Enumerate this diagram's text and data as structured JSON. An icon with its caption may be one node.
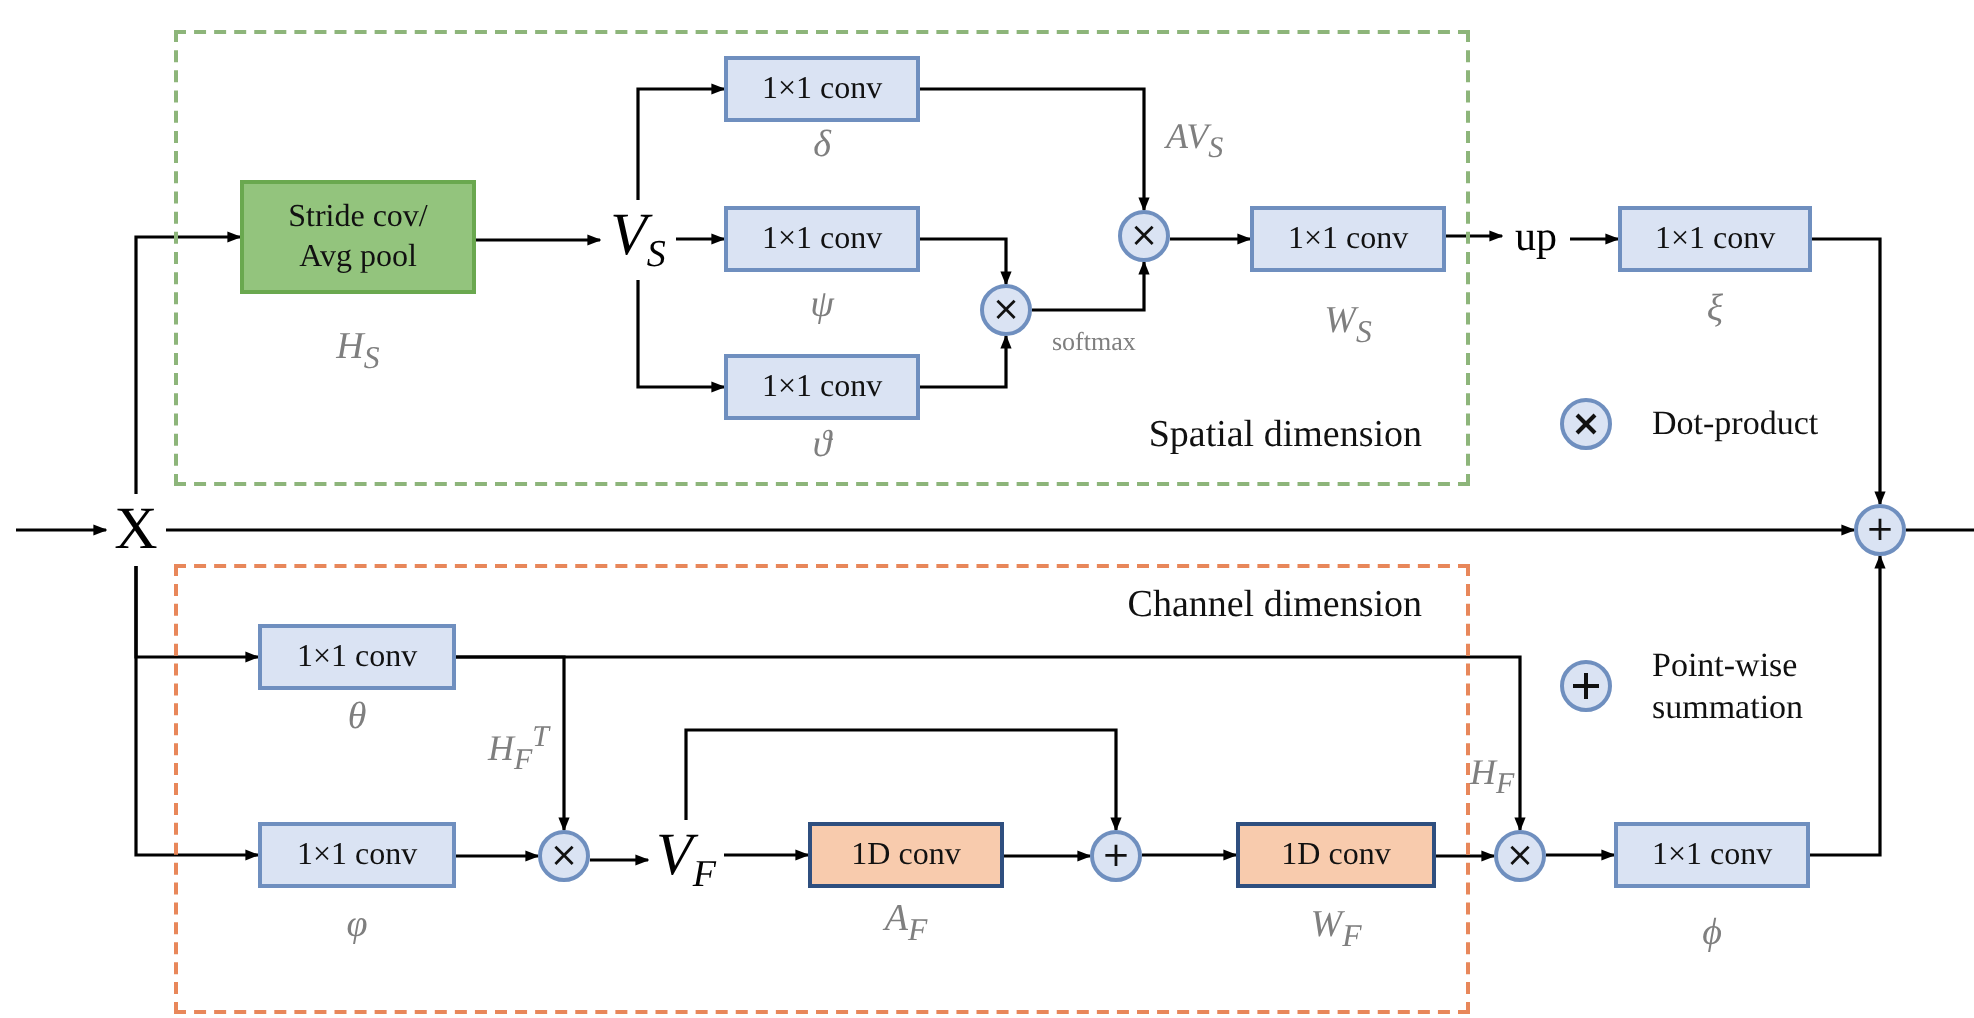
{
  "diagram": {
    "nodes": [
      {
        "text": [
          "Spatial dimension"
        ]
      },
      {
        "text": [
          "Stride cov/ Avg pool"
        ],
        "in": 0,
        "beside": [
          "H$_{S}$"
        ]
      },
      {
        "text": [
          "V$_{S}$"
        ],
        "in": 0
      },
      {
        "text": [
          "1×1 conv"
        ],
        "in": 0,
        "beside": [
          "δ"
        ]
      },
      {
        "text": [
          "1×1 conv"
        ],
        "in": 0,
        "beside": [
          "ψ"
        ]
      },
      {
        "text": [
          "1×1 conv"
        ],
        "in": 0,
        "beside": [
          "ϑ"
        ]
      },
      {
        "text": [
          "×"
        ],
        "in": 0
      },
      {
        "text": [
          "×"
        ],
        "in": 0
      },
      {
        "text": [
          "1×1 conv"
        ],
        "in": 0,
        "beside": [
          "W$_{S}$"
        ]
      },
      {
        "text": [
          "up"
        ]
      },
      {
        "text": [
          "1×1 conv"
        ],
        "beside": [
          "ξ"
        ]
      },
      {
        "text": [
          "X"
        ]
      },
      {
        "text": [
          "+"
        ]
      },
      {
        "text": [
          "Channel dimension"
        ]
      },
      {
        "text": [
          "1×1 conv"
        ],
        "in": 13,
        "beside": [
          "θ"
        ]
      },
      {
        "text": [
          "1×1 conv"
        ],
        "in": 13,
        "beside": [
          "φ"
        ]
      },
      {
        "text": [
          "×"
        ],
        "in": 13
      },
      {
        "text": [
          "V$_{F}$"
        ],
        "in": 13
      },
      {
        "text": [
          "1D conv"
        ],
        "in": 13,
        "beside": [
          "A$_{F}$"
        ]
      },
      {
        "text": [
          "+"
        ],
        "in": 13
      },
      {
        "text": [
          "1D conv"
        ],
        "in": 13,
        "beside": [
          "W$_{F}$"
        ]
      },
      {
        "text": [
          "×"
        ]
      },
      {
        "text": [
          "1×1 conv"
        ],
        "beside": [
          "ϕ"
        ]
      }
    ],
    "edges": [
      {
        "from": null,
        "to": 11,
        "arrow": "to"
      },
      {
        "from": 11,
        "to": 12,
        "arrow": "to"
      },
      {
        "from": 11,
        "to": 1,
        "arrow": "to"
      },
      {
        "from": 1,
        "to": 2,
        "arrow": "to"
      },
      {
        "from": 2,
        "to": 3,
        "arrow": "to"
      },
      {
        "from": 2,
        "to": 4,
        "arrow": "to"
      },
      {
        "from": 2,
        "to": 5,
        "arrow": "to"
      },
      {
        "from": 3,
        "to": 7,
        "arrow": "to",
        "label": "AV$_{S}$"
      },
      {
        "from": 4,
        "to": 6,
        "arrow": "to"
      },
      {
        "from": 5,
        "to": 6,
        "arrow": "to"
      },
      {
        "from": 6,
        "to": 7,
        "arrow": "to",
        "label": "softmax"
      },
      {
        "from": 7,
        "to": 8,
        "arrow": "to"
      },
      {
        "from": 8,
        "to": 9,
        "arrow": "to"
      },
      {
        "from": 9,
        "to": 10,
        "arrow": "to"
      },
      {
        "from": 10,
        "to": 12,
        "arrow": "to"
      },
      {
        "from": 11,
        "to": 14,
        "arrow": "to"
      },
      {
        "from": 11,
        "to": 15,
        "arrow": "to"
      },
      {
        "from": 14,
        "to": 16,
        "arrow": "to",
        "label": "H$_{F}$$^{T}$"
      },
      {
        "from": 14,
        "to": 21,
        "arrow": "to",
        "label": "H$_{F}$"
      },
      {
        "from": 15,
        "to": 16,
        "arrow": "to"
      },
      {
        "from": 16,
        "to": 17,
        "arrow": "to"
      },
      {
        "from": 17,
        "to": 19,
        "arrow": "to"
      },
      {
        "from": 17,
        "to": 18,
        "arrow": "to"
      },
      {
        "from": 18,
        "to": 19,
        "arrow": "to"
      },
      {
        "from": 19,
        "to": 20,
        "arrow": "to"
      },
      {
        "from": 20,
        "to": 21,
        "arrow": "to"
      },
      {
        "from": 21,
        "to": 22,
        "arrow": "to"
      },
      {
        "from": 22,
        "to": 12,
        "arrow": "to"
      },
      {
        "from": 12,
        "to": null,
        "arrow": "none"
      }
    ],
    "legend": [
      {
        "text": "Dot-product"
      },
      {
        "text": "Point-wise summation"
      }
    ]
  }
}
